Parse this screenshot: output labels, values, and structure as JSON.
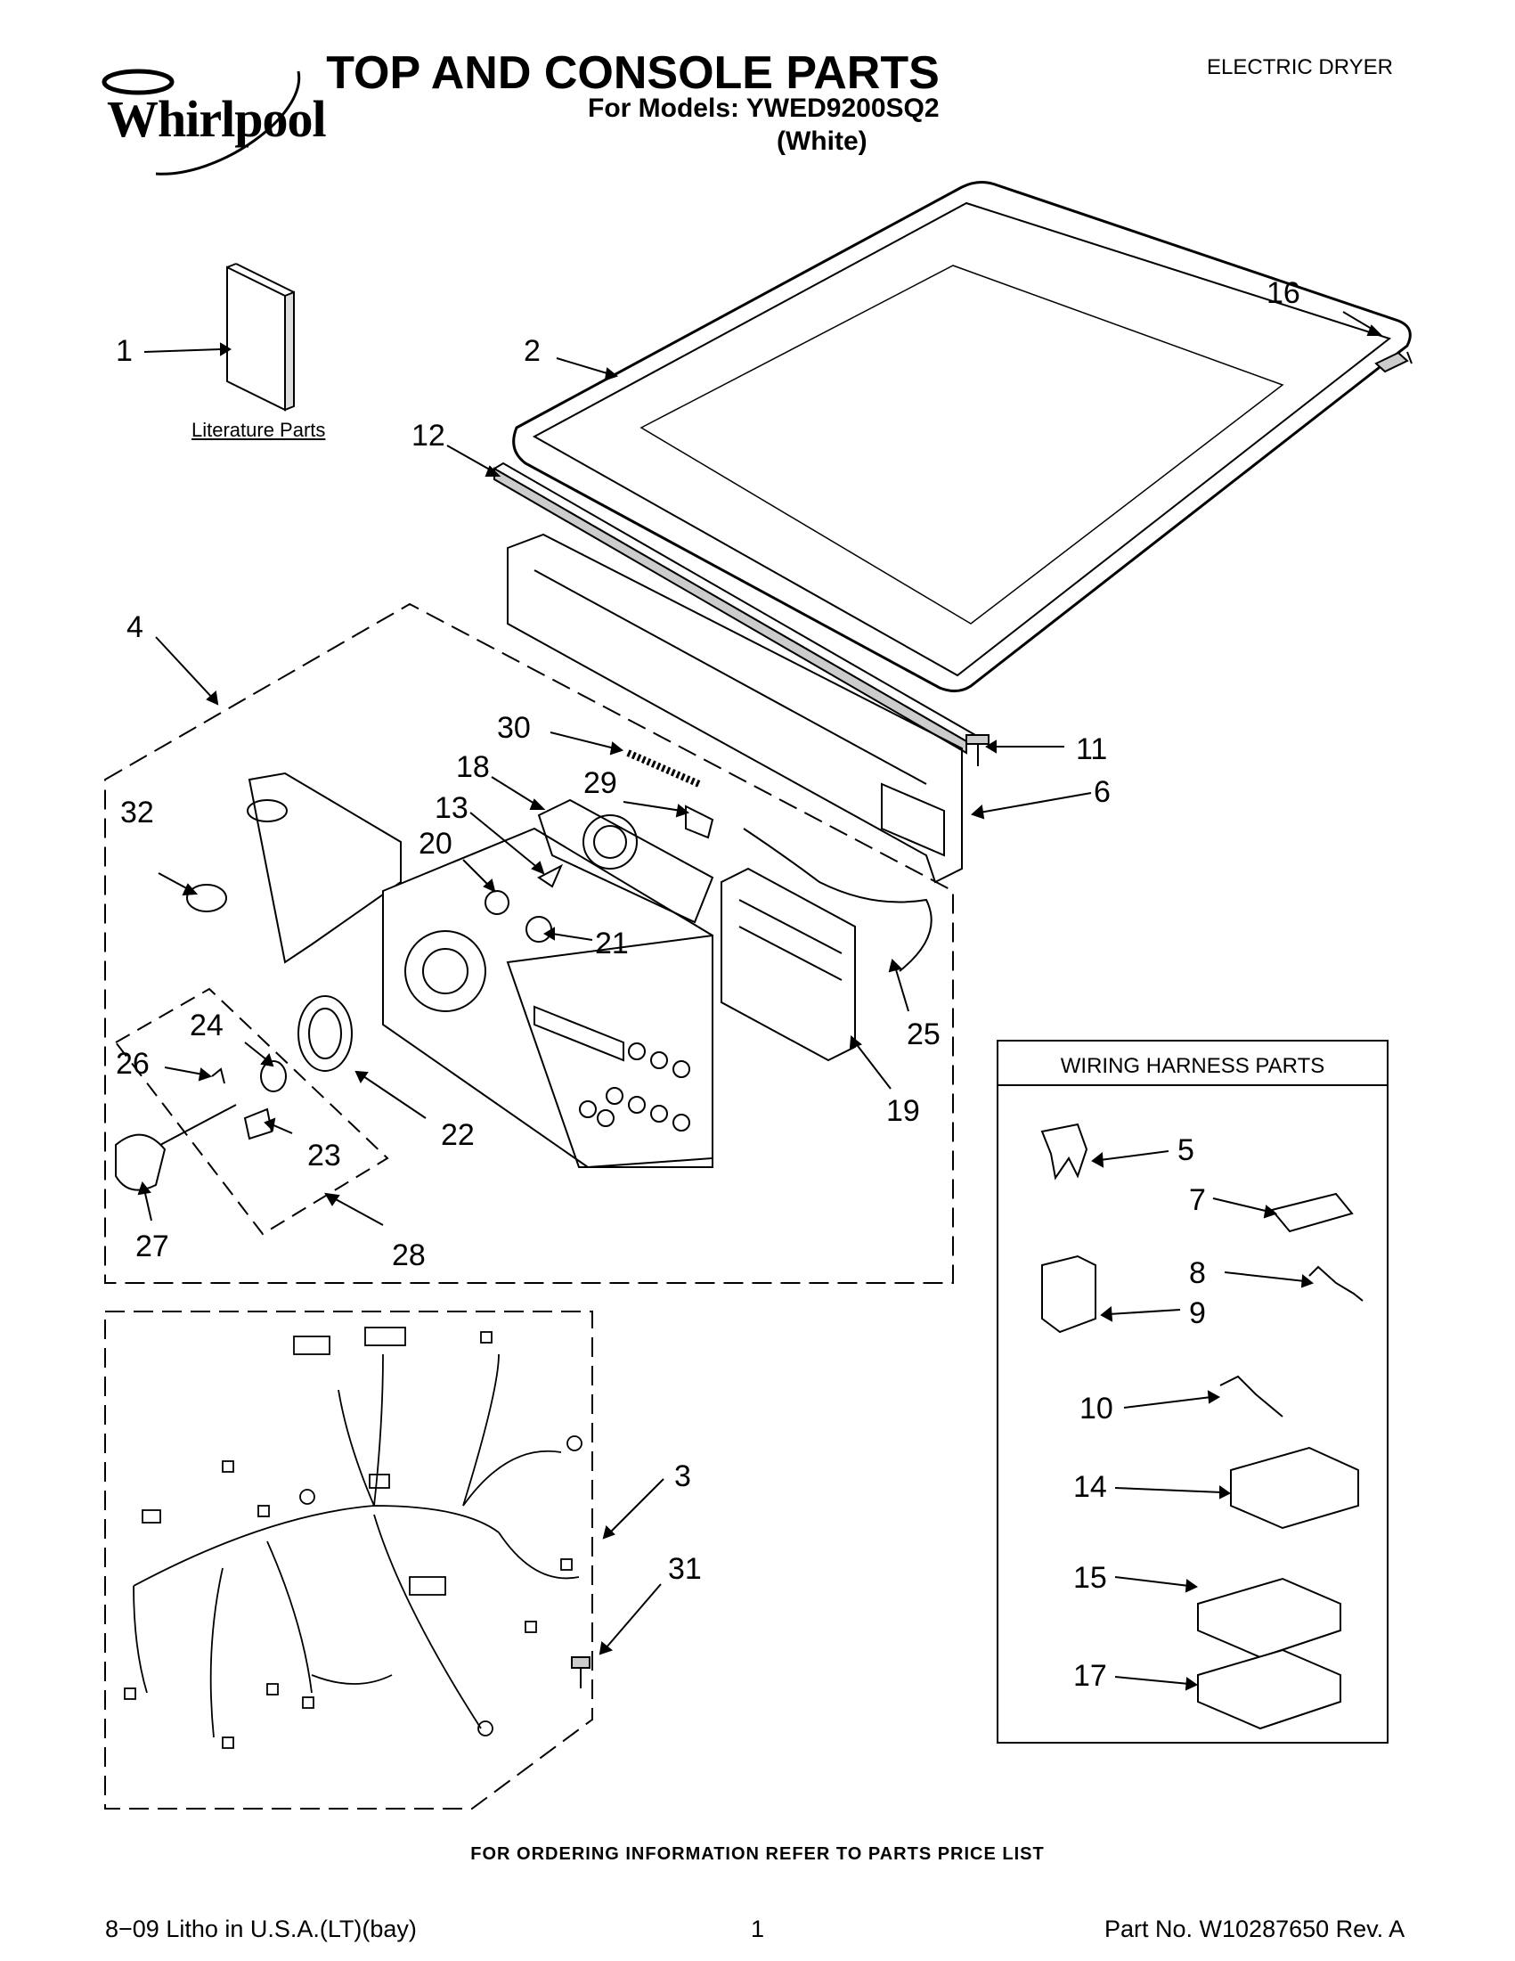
{
  "header": {
    "brand": "Whirlpool",
    "title": "TOP AND CONSOLE PARTS",
    "models_line": "For Models: YWED9200SQ2",
    "color": "(White)",
    "category": "ELECTRIC DRYER"
  },
  "diagram": {
    "literature_label": "Literature Parts",
    "wiring_box_title": "WIRING HARNESS PARTS",
    "callouts": {
      "c1": "1",
      "c2": "2",
      "c3": "3",
      "c4": "4",
      "c5": "5",
      "c6": "6",
      "c7": "7",
      "c8": "8",
      "c9": "9",
      "c10": "10",
      "c11": "11",
      "c12": "12",
      "c13": "13",
      "c14": "14",
      "c15": "15",
      "c16": "16",
      "c17": "17",
      "c18": "18",
      "c19": "19",
      "c20": "20",
      "c21": "21",
      "c22": "22",
      "c23": "23",
      "c24": "24",
      "c25": "25",
      "c26": "26",
      "c27": "27",
      "c28": "28",
      "c29": "29",
      "c30": "30",
      "c31": "31",
      "c32": "32"
    }
  },
  "footer": {
    "ordering_note": "FOR ORDERING INFORMATION REFER TO PARTS PRICE LIST",
    "litho": "8−09 Litho in U.S.A.(LT)(bay)",
    "page_number": "1",
    "part_number": "Part No. W10287650 Rev. A"
  }
}
